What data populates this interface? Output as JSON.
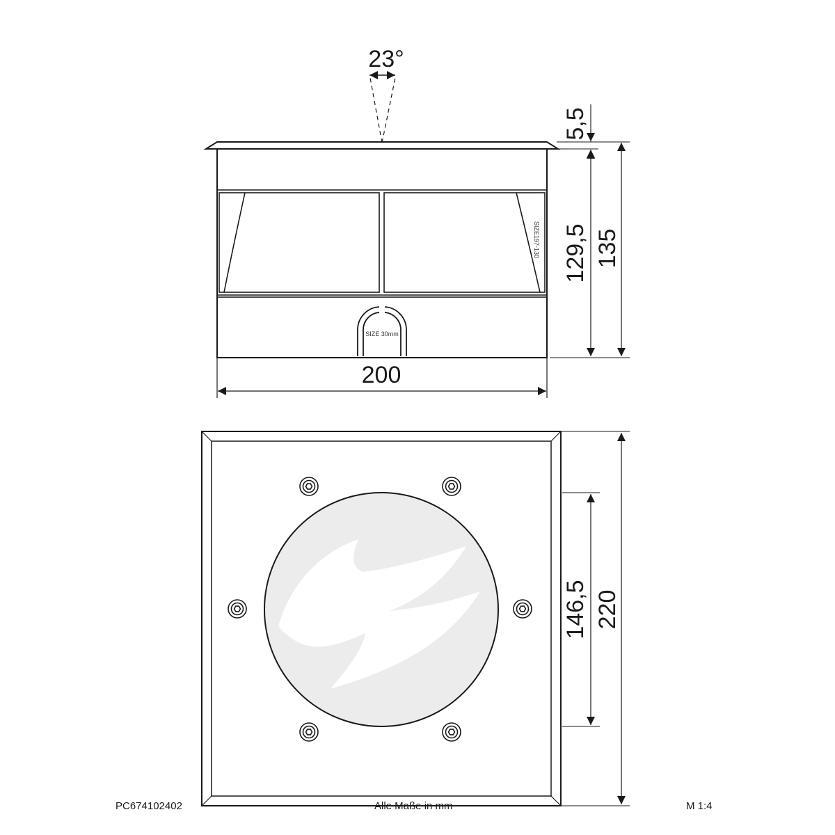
{
  "side_view": {
    "beam_angle": "23°",
    "dim_trim_height": "5,5",
    "dim_body_height": "129,5",
    "dim_total_height": "135",
    "dim_width": "200",
    "label_clamp": "SIZE197-130",
    "label_cable_entry": "SIZE 30mm"
  },
  "top_view": {
    "dim_glass_diameter": "146,5",
    "dim_outer_size": "220"
  },
  "footer": {
    "part_number": "PC674102402",
    "units_note": "Alle Maße in mm",
    "scale": "M 1:4"
  }
}
